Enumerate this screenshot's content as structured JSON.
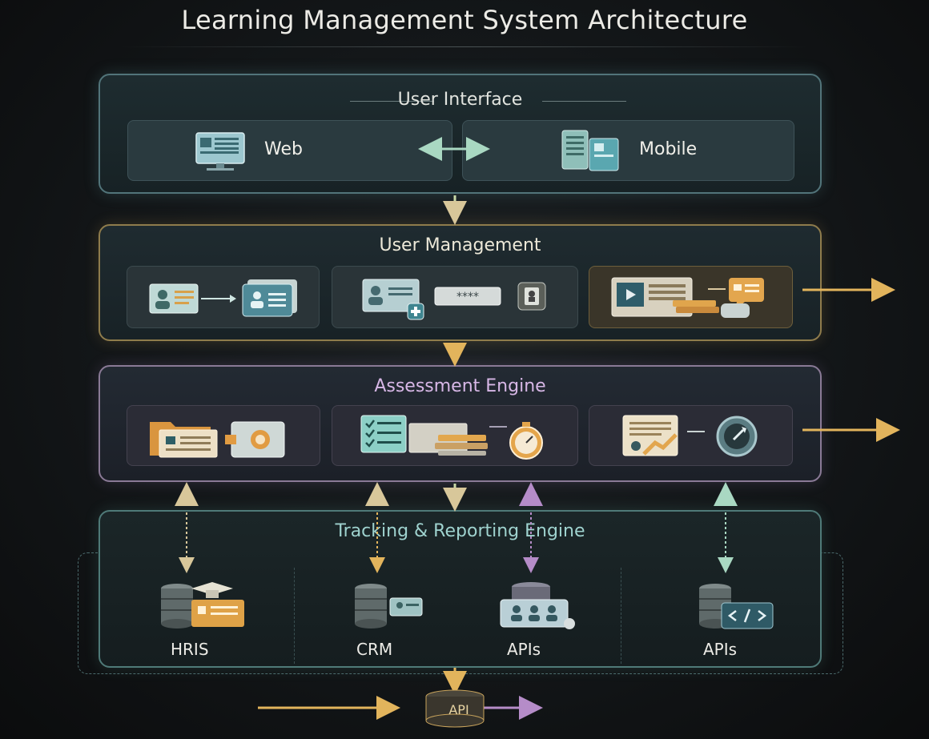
{
  "title": "Learning Management System Architecture",
  "layers": {
    "user_interface": {
      "title": "User Interface",
      "web_label": "Web",
      "mobile_label": "Mobile"
    },
    "user_management": {
      "title": "User Management"
    },
    "assessment_engine": {
      "title": "Assessment Engine"
    },
    "tracking_reporting": {
      "title": "Tracking & Reporting Engine",
      "stores": [
        "HRIS",
        "CRM",
        "APIs",
        "APIs"
      ]
    }
  },
  "password_mask": "****",
  "api_node": "API",
  "colors": {
    "teal": "#8fd8c6",
    "gold": "#e2b45c",
    "lavender": "#b58cc8",
    "slate": "#52747a"
  },
  "icons": [
    "monitor-icon",
    "mobile-device-icon",
    "id-card-icon",
    "profile-card-icon",
    "user-add-icon",
    "password-field-icon",
    "lock-icon",
    "video-presentation-icon",
    "chat-bubble-icon",
    "folder-icon",
    "video-camera-icon",
    "checklist-icon",
    "stopwatch-icon",
    "analytics-report-icon",
    "gauge-icon",
    "database-icon",
    "graduation-cap-icon",
    "users-group-icon",
    "code-icon"
  ]
}
